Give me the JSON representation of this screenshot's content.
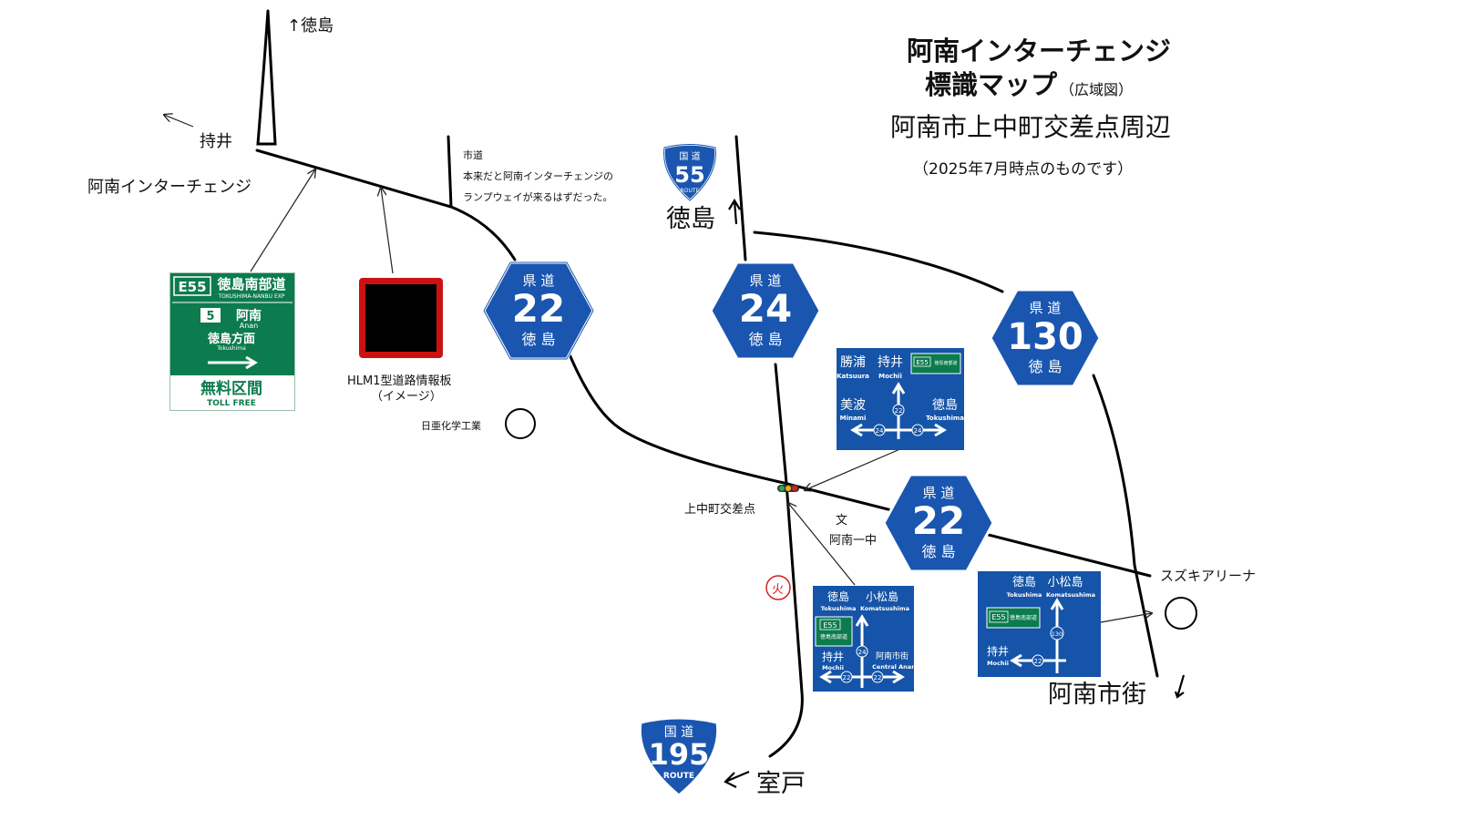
{
  "title": {
    "line1": "阿南インターチェンジ",
    "line2": "標識マップ",
    "line2_note": "（広域図）",
    "line3": "阿南市上中町交差点周辺",
    "date_note": "（2025年7月時点のものです）"
  },
  "labels": {
    "north_tokushima": "↑徳島",
    "mochii": "持井",
    "anan_ic": "阿南インターチェンジ",
    "city_road_title": "市道",
    "city_road_note1": "本来だと阿南インターチェンジの",
    "city_road_note2": "ランプウェイが来るはずだった。",
    "tokushima_r55": "徳島",
    "hlm1_line1": "HLM1型道路情報板",
    "hlm1_line2": "（イメージ）",
    "nichia": "日亜化学工業",
    "kaminaka_intersection": "上中町交差点",
    "school_symbol": "文",
    "anan_ichichu": "阿南一中",
    "fire_station_symbol": "火",
    "suzuki_arena": "スズキアリーナ",
    "anan_downtown": "阿南市街",
    "muroto": "室戸"
  },
  "route_markers": {
    "kokudo55": {
      "top": "国 道",
      "number": "55",
      "bottom": "ROUTE"
    },
    "kokudo195": {
      "top": "国 道",
      "number": "195",
      "bottom": "ROUTE"
    },
    "kendo22_a": {
      "top": "県 道",
      "number": "22",
      "bottom": "徳 島"
    },
    "kendo24": {
      "top": "県 道",
      "number": "24",
      "bottom": "徳 島"
    },
    "kendo130": {
      "top": "県 道",
      "number": "130",
      "bottom": "徳 島"
    },
    "kendo22_b": {
      "top": "県 道",
      "number": "22",
      "bottom": "徳 島"
    }
  },
  "expressway_sign": {
    "route_code": "E55",
    "route_name": "徳島南部道",
    "route_romaji": "TOKUSHIMA-NANBU EXP",
    "exit_number": "5",
    "exit_name": "阿南",
    "exit_romaji": "Anan",
    "direction": "徳島方面",
    "direction_romaji": "Tokushima",
    "toll": "無料区間",
    "toll_en": "TOLL FREE"
  },
  "guide_sign_24": {
    "top_left": "勝浦",
    "top_left_en": "Katsuura",
    "top_mid": "持井",
    "top_mid_en": "Mochii",
    "expy_code": "E55",
    "expy_name": "徳島南部道",
    "left": "美波",
    "left_en": "Minami",
    "right": "徳島",
    "right_en": "Tokushima",
    "route_mid": "22",
    "route_left": "24",
    "route_right": "24"
  },
  "guide_sign_22": {
    "top_left": "徳島",
    "top_left_en": "Tokushima",
    "top_right": "小松島",
    "top_right_en": "Komatsushima",
    "expy_code": "E55",
    "expy_name": "徳島南部道",
    "route_up": "24",
    "left": "持井",
    "left_en": "Mochii",
    "right": "阿南市街",
    "right_en": "Central Anan",
    "route_left": "22",
    "route_right": "22"
  },
  "guide_sign_130": {
    "top_left": "徳島",
    "top_left_en": "Tokushima",
    "top_right": "小松島",
    "top_right_en": "Komatsushima",
    "expy_code": "E55",
    "expy_name": "徳島南部道",
    "route_up": "130",
    "left": "持井",
    "left_en": "Mochii",
    "route_left": "22"
  },
  "colors": {
    "route_blue": "#1a56b0",
    "sign_blue": "#1554a8",
    "expressway_green": "#0c7b4e",
    "hlm_frame": "#cc1111",
    "fire_red": "#d42020"
  }
}
